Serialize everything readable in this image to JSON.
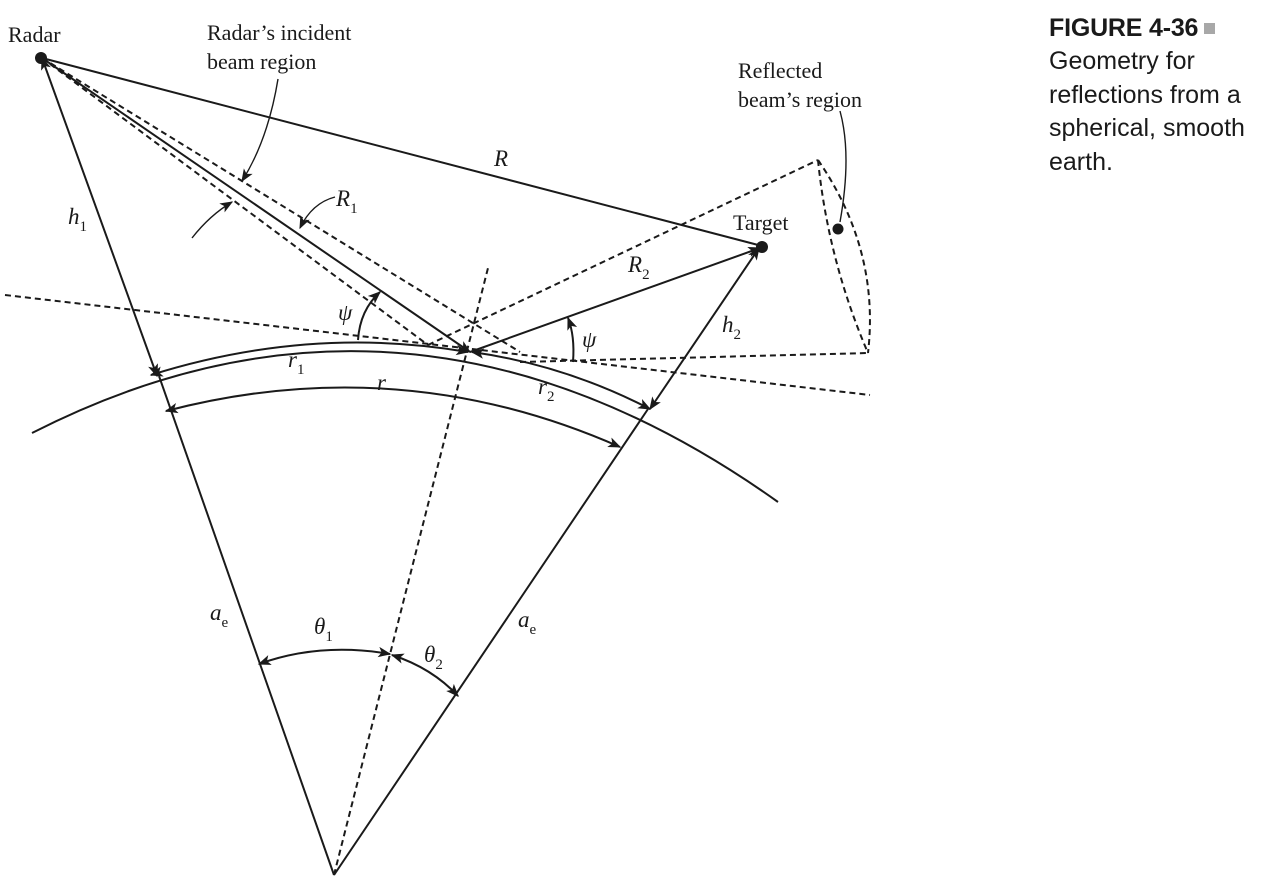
{
  "caption": {
    "figure_label": "FIGURE 4-36",
    "text": "Geometry for reflections from a spherical, smooth earth."
  },
  "labels": {
    "radar": "Radar",
    "target": "Target",
    "incident_line1": "Radar’s incident",
    "incident_line2": "beam region",
    "reflected_line1": "Reflected",
    "reflected_line2": "beam’s region"
  },
  "symbols": {
    "R": "R",
    "R1": "R",
    "R1_sub": "1",
    "R2": "R",
    "R2_sub": "2",
    "h1": "h",
    "h1_sub": "1",
    "h2": "h",
    "h2_sub": "2",
    "r": "r",
    "r1": "r",
    "r1_sub": "1",
    "r2": "r",
    "r2_sub": "2",
    "psi_left": "ψ",
    "psi_right": "ψ",
    "ae_left": "a",
    "ae_left_sub": "e",
    "ae_right": "a",
    "ae_right_sub": "e",
    "theta1": "θ",
    "theta1_sub": "1",
    "theta2": "θ",
    "theta2_sub": "2"
  }
}
